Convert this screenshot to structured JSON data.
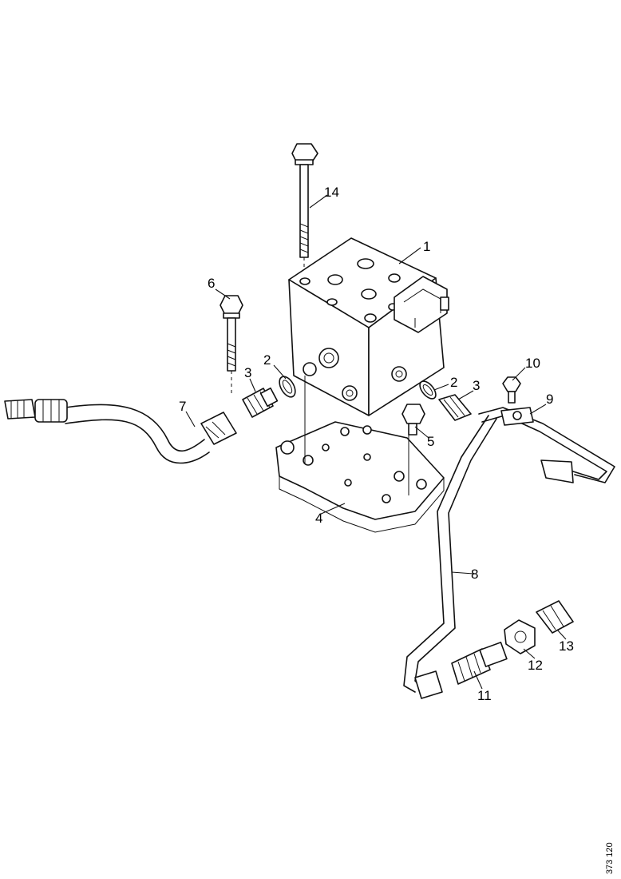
{
  "callouts": {
    "c1": "1",
    "c2a": "2",
    "c2b": "2",
    "c3a": "3",
    "c3b": "3",
    "c4": "4",
    "c5": "5",
    "c6": "6",
    "c7": "7",
    "c8": "8",
    "c9": "9",
    "c10": "10",
    "c11": "11",
    "c12": "12",
    "c13": "13",
    "c14": "14"
  },
  "drawing_number": "373 120"
}
